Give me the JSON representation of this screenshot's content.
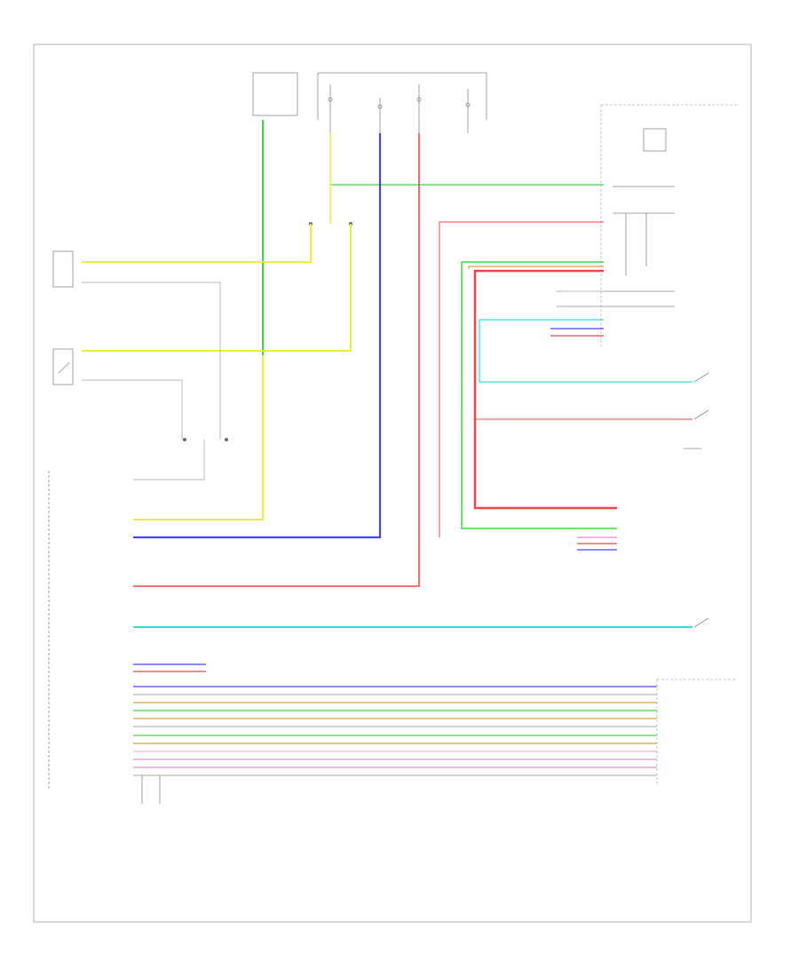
{
  "page_id": "",
  "colors": {
    "background": "#ffffff",
    "frame": "#b5b5b5",
    "component": "#8a8a8a",
    "text": "#6a6a6a",
    "green": "#3ed93e",
    "yellow": "#eded3c",
    "blue": "#4747e6",
    "red": "#ee4545",
    "cyan": "#35dcdc",
    "orange": "#dba036",
    "gray": "#b8b8b8",
    "pink": "#f08ad0",
    "light_pink": "#f6b6c6",
    "light_green": "#a6eea6"
  },
  "wire_colors_legend": [
    "green",
    "yellow",
    "blue",
    "red",
    "cyan",
    "orange",
    "gray",
    "pink",
    "light_pink",
    "light_green"
  ],
  "note": ""
}
